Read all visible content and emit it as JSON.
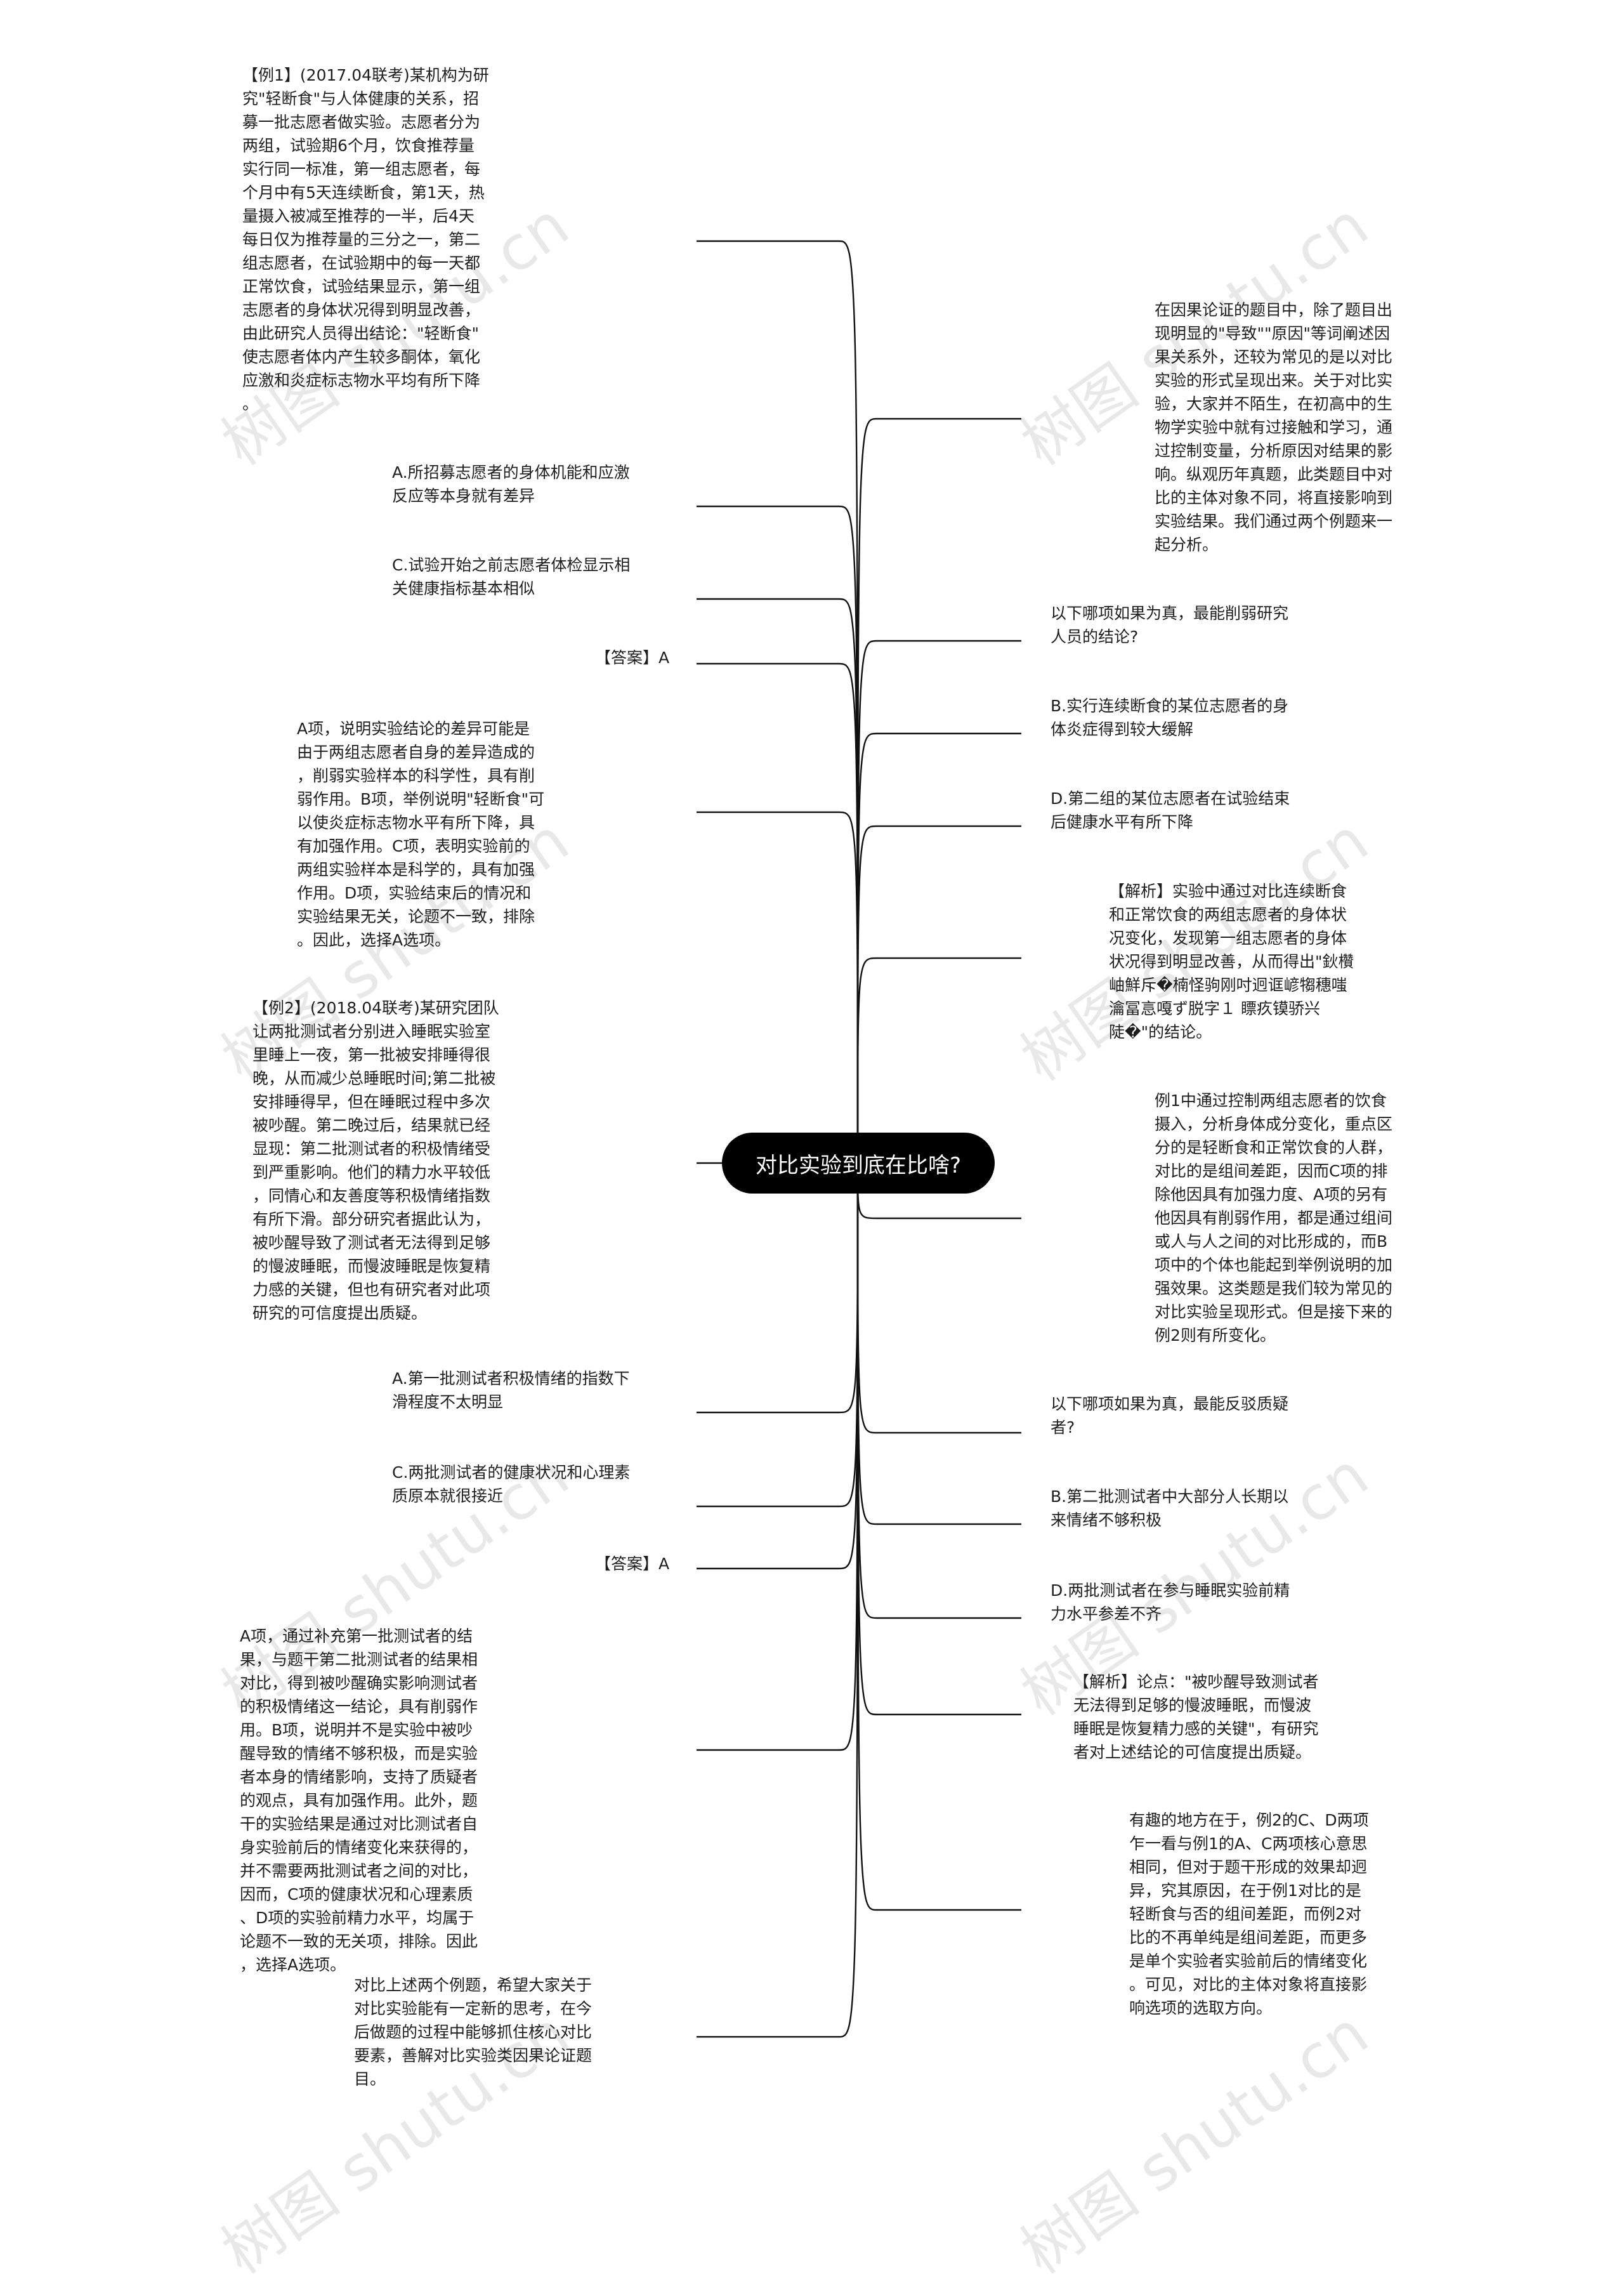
{
  "root": {
    "label": "对比实验到底在比啥?"
  },
  "left_nodes": [
    {
      "id": "L1",
      "text": "【例1】(2017.04联考)某机构为研\n究\"轻断食\"与人体健康的关系，招\n募一批志愿者做实验。志愿者分为\n两组，试验期6个月，饮食推荐量\n实行同一标准，第一组志愿者，每\n个月中有5天连续断食，第1天，热\n量摄入被减至推荐的一半，后4天\n每日仅为推荐量的三分之一，第二\n组志愿者，在试验期中的每一天都\n正常饮食，试验结果显示，第一组\n志愿者的身体状况得到明显改善，\n由此研究人员得出结论：\"轻断食\"\n使志愿者体内产生较多酮体，氧化\n应激和炎症标志物水平均有所下降\n。"
    },
    {
      "id": "L2",
      "text": "A.所招募志愿者的身体机能和应激\n反应等本身就有差异"
    },
    {
      "id": "L3",
      "text": "C.试验开始之前志愿者体检显示相\n关健康指标基本相似"
    },
    {
      "id": "L4",
      "text": "【答案】A"
    },
    {
      "id": "L5",
      "text": "A项，说明实验结论的差异可能是\n由于两组志愿者自身的差异造成的\n，削弱实验样本的科学性，具有削\n弱作用。B项，举例说明\"轻断食\"可\n以使炎症标志物水平有所下降，具\n有加强作用。C项，表明实验前的\n两组实验样本是科学的，具有加强\n作用。D项，实验结束后的情况和\n实验结果无关，论题不一致，排除\n。因此，选择A选项。"
    },
    {
      "id": "L6",
      "text": "【例2】(2018.04联考)某研究团队\n让两批测试者分别进入睡眠实验室\n里睡上一夜，第一批被安排睡得很\n晚，从而减少总睡眠时间;第二批被\n安排睡得早，但在睡眠过程中多次\n被吵醒。第二晚过后，结果就已经\n显现：第二批测试者的积极情绪受\n到严重影响。他们的精力水平较低\n，同情心和友善度等积极情绪指数\n有所下滑。部分研究者据此认为，\n被吵醒导致了测试者无法得到足够\n的慢波睡眠，而慢波睡眠是恢复精\n力感的关键，但也有研究者对此项\n研究的可信度提出质疑。"
    },
    {
      "id": "L7",
      "text": "A.第一批测试者积极情绪的指数下\n滑程度不太明显"
    },
    {
      "id": "L8",
      "text": "C.两批测试者的健康状况和心理素\n质原本就很接近"
    },
    {
      "id": "L9",
      "text": "【答案】A"
    },
    {
      "id": "L10",
      "text": "A项，通过补充第一批测试者的结\n果，与题干第二批测试者的结果相\n对比，得到被吵醒确实影响测试者\n的积极情绪这一结论，具有削弱作\n用。B项，说明并不是实验中被吵\n醒导致的情绪不够积极，而是实验\n者本身的情绪影响，支持了质疑者\n的观点，具有加强作用。此外，题\n干的实验结果是通过对比测试者自\n身实验前后的情绪变化来获得的，\n并不需要两批测试者之间的对比，\n因而，C项的健康状况和心理素质\n、D项的实验前精力水平，均属于\n论题不一致的无关项，排除。因此\n，选择A选项。"
    },
    {
      "id": "L11",
      "text": "对比上述两个例题，希望大家关于\n对比实验能有一定新的思考，在今\n后做题的过程中能够抓住核心对比\n要素，善解对比实验类因果论证题\n目。"
    }
  ],
  "right_nodes": [
    {
      "id": "R1",
      "text": "在因果论证的题目中，除了题目出\n现明显的\"导致\"\"原因\"等词阐述因\n果关系外，还较为常见的是以对比\n实验的形式呈现出来。关于对比实\n验，大家并不陌生，在初高中的生\n物学实验中就有过接触和学习，通\n过控制变量，分析原因对结果的影\n响。纵观历年真题，此类题目中对\n比的主体对象不同，将直接影响到\n实验结果。我们通过两个例题来一\n起分析。"
    },
    {
      "id": "R2",
      "text": "以下哪项如果为真，最能削弱研究\n人员的结论?"
    },
    {
      "id": "R3",
      "text": "B.实行连续断食的某位志愿者的身\n体炎症得到较大缓解"
    },
    {
      "id": "R4",
      "text": "D.第二组的某位志愿者在试验结束\n后健康水平有所下降"
    },
    {
      "id": "R5",
      "text": "【解析】实验中通过对比连续断食\n和正常饮食的两组志愿者的身体状\n况变化，发现第一组志愿者的身体\n状况得到明显改善，从而得出\"鈥欑\n岫鮮斥�楠怪驹刚吋迥诓嵃犓穗嗤\n瀹冨悥嘎ず脱字１ 瞟疚镆骄兴\n陡�\"的结论。"
    },
    {
      "id": "R6",
      "text": "例1中通过控制两组志愿者的饮食\n摄入，分析身体成分变化，重点区\n分的是轻断食和正常饮食的人群，\n对比的是组间差距，因而C项的排\n除他因具有加强力度、A项的另有\n他因具有削弱作用，都是通过组间\n或人与人之间的对比形成的，而B\n项中的个体也能起到举例说明的加\n强效果。这类题是我们较为常见的\n对比实验呈现形式。但是接下来的\n例2则有所变化。"
    },
    {
      "id": "R7",
      "text": "以下哪项如果为真，最能反驳质疑\n者?"
    },
    {
      "id": "R8",
      "text": "B.第二批测试者中大部分人长期以\n来情绪不够积极"
    },
    {
      "id": "R9",
      "text": "D.两批测试者在参与睡眠实验前精\n力水平参差不齐"
    },
    {
      "id": "R10",
      "text": "【解析】论点：\"被吵醒导致测试者\n无法得到足够的慢波睡眠，而慢波\n睡眠是恢复精力感的关键\"，有研究\n者对上述结论的可信度提出质疑。"
    },
    {
      "id": "R11",
      "text": "有趣的地方在于，例2的C、D两项\n乍一看与例1的A、C两项核心意思\n相同，但对于题干形成的效果却迥\n异，究其原因，在于例1对比的是\n轻断食与否的组间差距，而例2对\n比的不再单纯是组间差距，而更多\n是单个实验者实验前后的情绪变化\n。可见，对比的主体对象将直接影\n响选项的选取方向。"
    }
  ],
  "watermark": {
    "text": "树图 shutu.cn"
  },
  "colors": {
    "root_bg": "#000000",
    "root_text": "#ffffff",
    "line": "#111111",
    "text": "#1e1e1e"
  }
}
